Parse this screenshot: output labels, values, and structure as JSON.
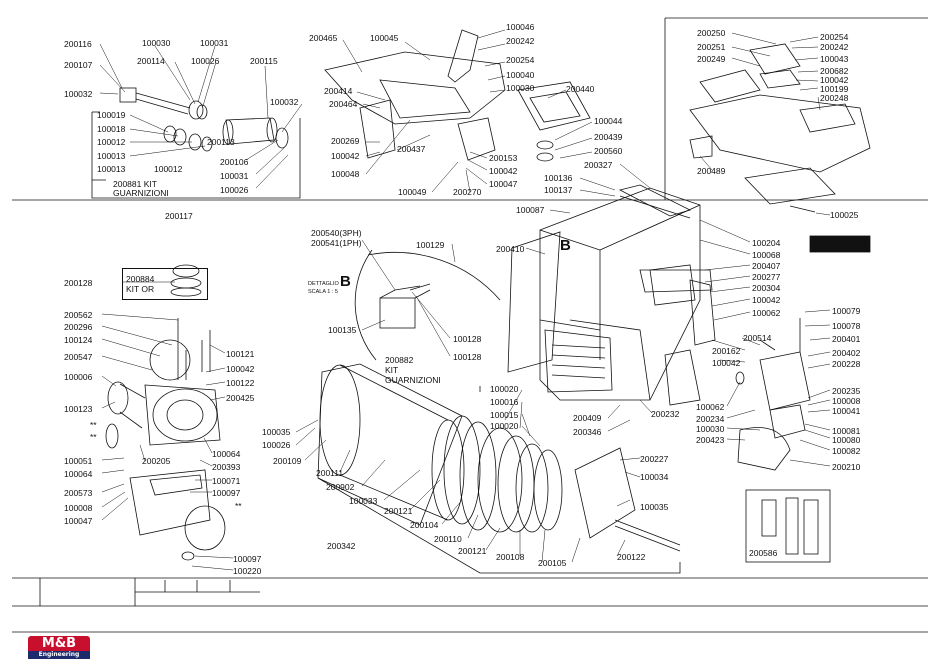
{
  "labels": {
    "l200116": "200116",
    "l200107": "200107",
    "l100032a": "100032",
    "l100030a": "100030",
    "l100031a": "100031",
    "l200114": "200114",
    "l100026a": "100026",
    "l200115": "200115",
    "l100032b": "100032",
    "l200113": "200113",
    "l100019": "100019",
    "l100018": "100018",
    "l100012a": "100012",
    "l100013a": "100013",
    "l100013b": "100013",
    "l100012b": "100012",
    "l200106": "200106",
    "l100031b": "100031",
    "l100026b": "100026",
    "kit1_num": "200881 KIT",
    "kit1_text": "GUARNIZIONI",
    "l200117": "200117",
    "l200465": "200465",
    "l100045": "100045",
    "l100046": "100046",
    "l200242a": "200242",
    "l200254a": "200254",
    "l100040": "100040",
    "l100030b": "100030",
    "l200414": "200414",
    "l200464": "200464",
    "l200440": "200440",
    "l100044": "100044",
    "l200439": "200439",
    "l200560": "200560",
    "l200269": "200269",
    "l100042a": "100042",
    "l200437": "200437",
    "l200153": "200153",
    "l100042b": "100042",
    "l100047a": "100047",
    "l100048": "100048",
    "l100049": "100049",
    "l200270": "200270",
    "l200327": "200327",
    "l100136": "100136",
    "l100137": "100137",
    "l100087": "100087",
    "l200250": "200250",
    "l200251": "200251",
    "l200249": "200249",
    "l200254b": "200254",
    "l200242b": "200242",
    "l100043": "100043",
    "l200682": "200682",
    "l100042c": "100042",
    "l100199": "100199",
    "l200248": "200248",
    "l200489": "200489",
    "l100025": "100025",
    "l200540": "200540(3PH)",
    "l200541": "200541(1PH)",
    "l100129": "100129",
    "det_title": "DETTAGLIO",
    "det_b": "B",
    "det_scale": "SCALA 1 : 5",
    "l100135": "100135",
    "l100128a": "100128",
    "l100128b": "100128",
    "l200410": "200410",
    "big_b": "B",
    "l100204": "100204",
    "l100068": "100068",
    "l200407": "200407",
    "l200277": "200277",
    "l200304": "200304",
    "l100042d": "100042",
    "l100062a": "100062",
    "l200514": "200514",
    "l200162": "200162",
    "l100042e": "100042",
    "l100062b": "100062",
    "l200234": "200234",
    "l100030c": "100030",
    "l200423": "200423",
    "l100079": "100079",
    "l100078": "100078",
    "l200401": "200401",
    "l200402": "200402",
    "l200228": "200228",
    "l200235": "200235",
    "l100008a": "100008",
    "l100041": "100041",
    "l100081": "100081",
    "l100080": "100080",
    "l100082": "100082",
    "l200210": "200210",
    "l200128": "200128",
    "kit2_num": "200884",
    "kit2_text": "KIT OR",
    "l200562": "200562",
    "l200296": "200296",
    "l100124": "100124",
    "l200547": "200547",
    "l100006": "100006",
    "l100121": "100121",
    "l100042f": "100042",
    "l100122": "100122",
    "l200425": "200425",
    "l100123": "100123",
    "star1": "**",
    "star2": "**",
    "l100064a": "100064",
    "l200393": "200393",
    "l100051": "100051",
    "l200205": "200205",
    "l100064b": "100064",
    "l100071": "100071",
    "l200573": "200573",
    "l100097a": "100097",
    "l100008b": "100008",
    "star3": "**",
    "l100047b": "100047",
    "l100097b": "100097",
    "l100220": "100220",
    "kit3_num": "200882",
    "kit3_kit": "KIT",
    "kit3_text": "GUARNIZIONI",
    "l100035a": "100035",
    "l100026c": "100026",
    "l200109": "200109",
    "l200111": "200111",
    "l200902": "200902",
    "l100033": "100033",
    "l200121a": "200121",
    "l200342": "200342",
    "l100104": "200104",
    "l200110": "200110",
    "l200121b": "200121",
    "l200108": "200108",
    "l200105": "200105",
    "l200122": "200122",
    "l100035b": "100035",
    "l200034": "100034",
    "l200227": "200227",
    "l100020a": "100020",
    "l100016": "100016",
    "l100015": "100015",
    "l100020b": "100020",
    "l200409": "200409",
    "l200346": "200346",
    "l200232": "200232",
    "l200586": "200586"
  },
  "logo": {
    "top_text": "M&B",
    "bottom_text": "Engineering"
  },
  "colors": {
    "ink": "#111111",
    "black_tab": "#111111",
    "logo_red": "#c8102e",
    "logo_blue": "#1d2a6b"
  }
}
